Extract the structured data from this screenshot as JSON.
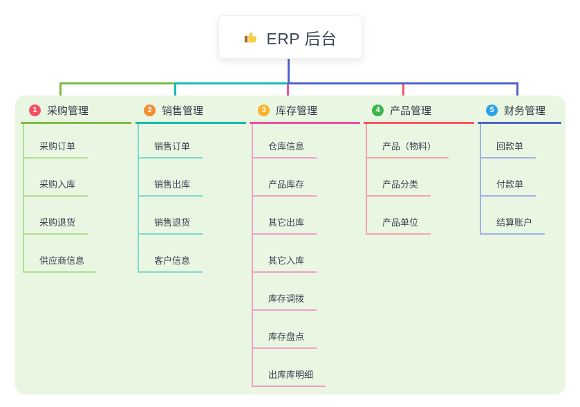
{
  "root": {
    "label": "ERP 后台",
    "icon": "thumbs-up"
  },
  "canvas": {
    "background": "#ffffff",
    "panel_background": "#e9f7e2",
    "root_connector_color": "#4c63ce"
  },
  "branches": [
    {
      "index": "1",
      "label": "采购管理",
      "badge_color": "#f54e62",
      "line_color": "#7cbb41",
      "child_line_color": "#b2dd90",
      "children": [
        "采购订单",
        "采购入库",
        "采购退货",
        "供应商信息"
      ]
    },
    {
      "index": "2",
      "label": "销售管理",
      "badge_color": "#f68b32",
      "line_color": "#13bcae",
      "child_line_color": "#7fd9cf",
      "children": [
        "销售订单",
        "销售出库",
        "销售退货",
        "客户信息"
      ]
    },
    {
      "index": "3",
      "label": "库存管理",
      "badge_color": "#f7b32b",
      "line_color": "#eb4f9e",
      "child_line_color": "#f59cc8",
      "children": [
        "仓库信息",
        "产品库存",
        "其它出库",
        "其它入库",
        "库存调拨",
        "库存盘点",
        "出库库明细"
      ]
    },
    {
      "index": "4",
      "label": "产品管理",
      "badge_color": "#3cb54e",
      "line_color": "#f5555d",
      "child_line_color": "#f9a2a6",
      "children": [
        "产品（物料）",
        "产品分类",
        "产品单位"
      ]
    },
    {
      "index": "5",
      "label": "财务管理",
      "badge_color": "#2ba3e8",
      "line_color": "#4c63ce",
      "child_line_color": "#9fb0e6",
      "children": [
        "回款单",
        "付款单",
        "结算账户"
      ]
    }
  ]
}
